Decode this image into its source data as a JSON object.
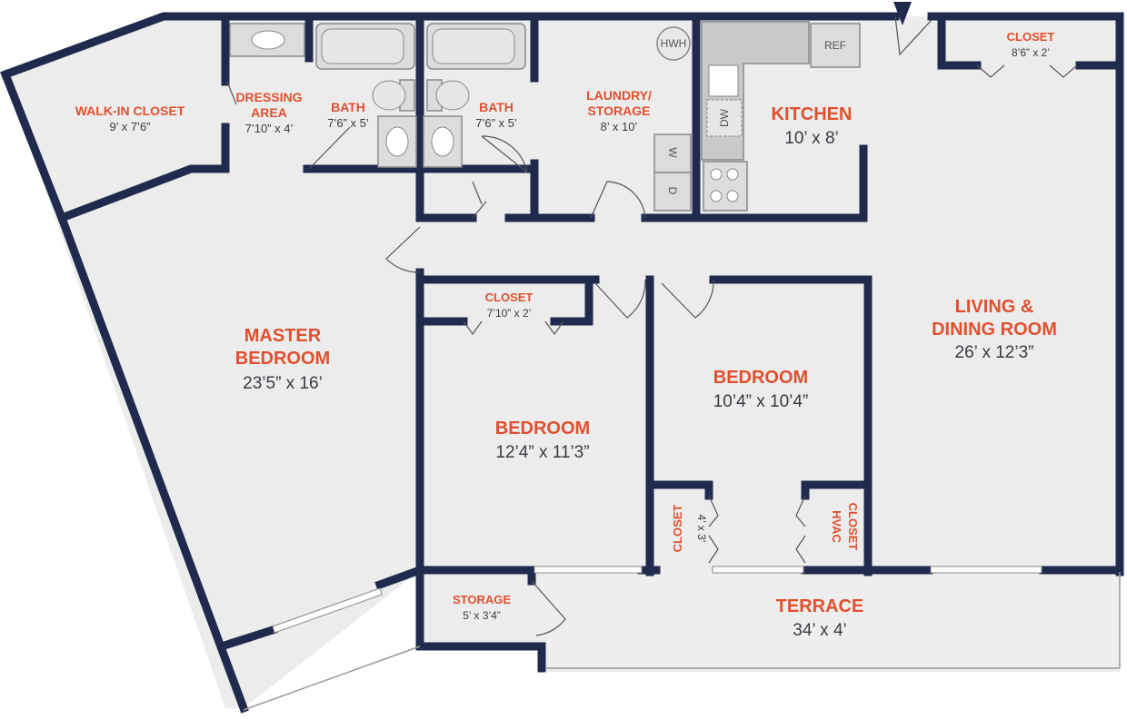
{
  "colors": {
    "wall": "#1f2a4d",
    "floor": "#ececec",
    "label": "#e0502e",
    "dimension": "#3a3a44"
  },
  "rooms": {
    "walk_in_closet": {
      "name": "WALK-IN CLOSET",
      "dim": "9’ x 7’6”"
    },
    "dressing_area": {
      "name1": "DRESSING",
      "name2": "AREA",
      "dim": "7’10” x 4’"
    },
    "bath_1": {
      "name": "BATH",
      "dim": "7’6” x 5’"
    },
    "bath_2": {
      "name": "BATH",
      "dim": "7’6” x 5’"
    },
    "laundry": {
      "name1": "LAUNDRY/",
      "name2": "STORAGE",
      "dim": "8’ x 10’"
    },
    "kitchen": {
      "name": "KITCHEN",
      "dim": "10’ x 8’"
    },
    "entry_closet": {
      "name": "CLOSET",
      "dim": "8’6” x 2’"
    },
    "master_bedroom": {
      "name1": "MASTER",
      "name2": "BEDROOM",
      "dim": "23’5” x 16’"
    },
    "bedroom_closet": {
      "name": "CLOSET",
      "dim": "7’10” x 2’"
    },
    "bedroom_1": {
      "name": "BEDROOM",
      "dim": "12’4” x 11’3”"
    },
    "bedroom_2": {
      "name": "BEDROOM",
      "dim": "10’4” x 10’4”"
    },
    "living": {
      "name1": "LIVING &",
      "name2": "DINING ROOM",
      "dim": "26’ x 12’3”"
    },
    "small_closet": {
      "name": "CLOSET",
      "dim": "4’ x 3’"
    },
    "hvac_closet": {
      "name1": "HVAC",
      "name2": "CLOSET"
    },
    "storage": {
      "name": "STORAGE",
      "dim": "5’ x 3’4”"
    },
    "terrace": {
      "name": "TERRACE",
      "dim": "34’ x 4’"
    }
  },
  "fixtures": {
    "hwh": "HWH",
    "ref": "REF",
    "dw": "DW",
    "washer": "W",
    "dryer": "D"
  }
}
